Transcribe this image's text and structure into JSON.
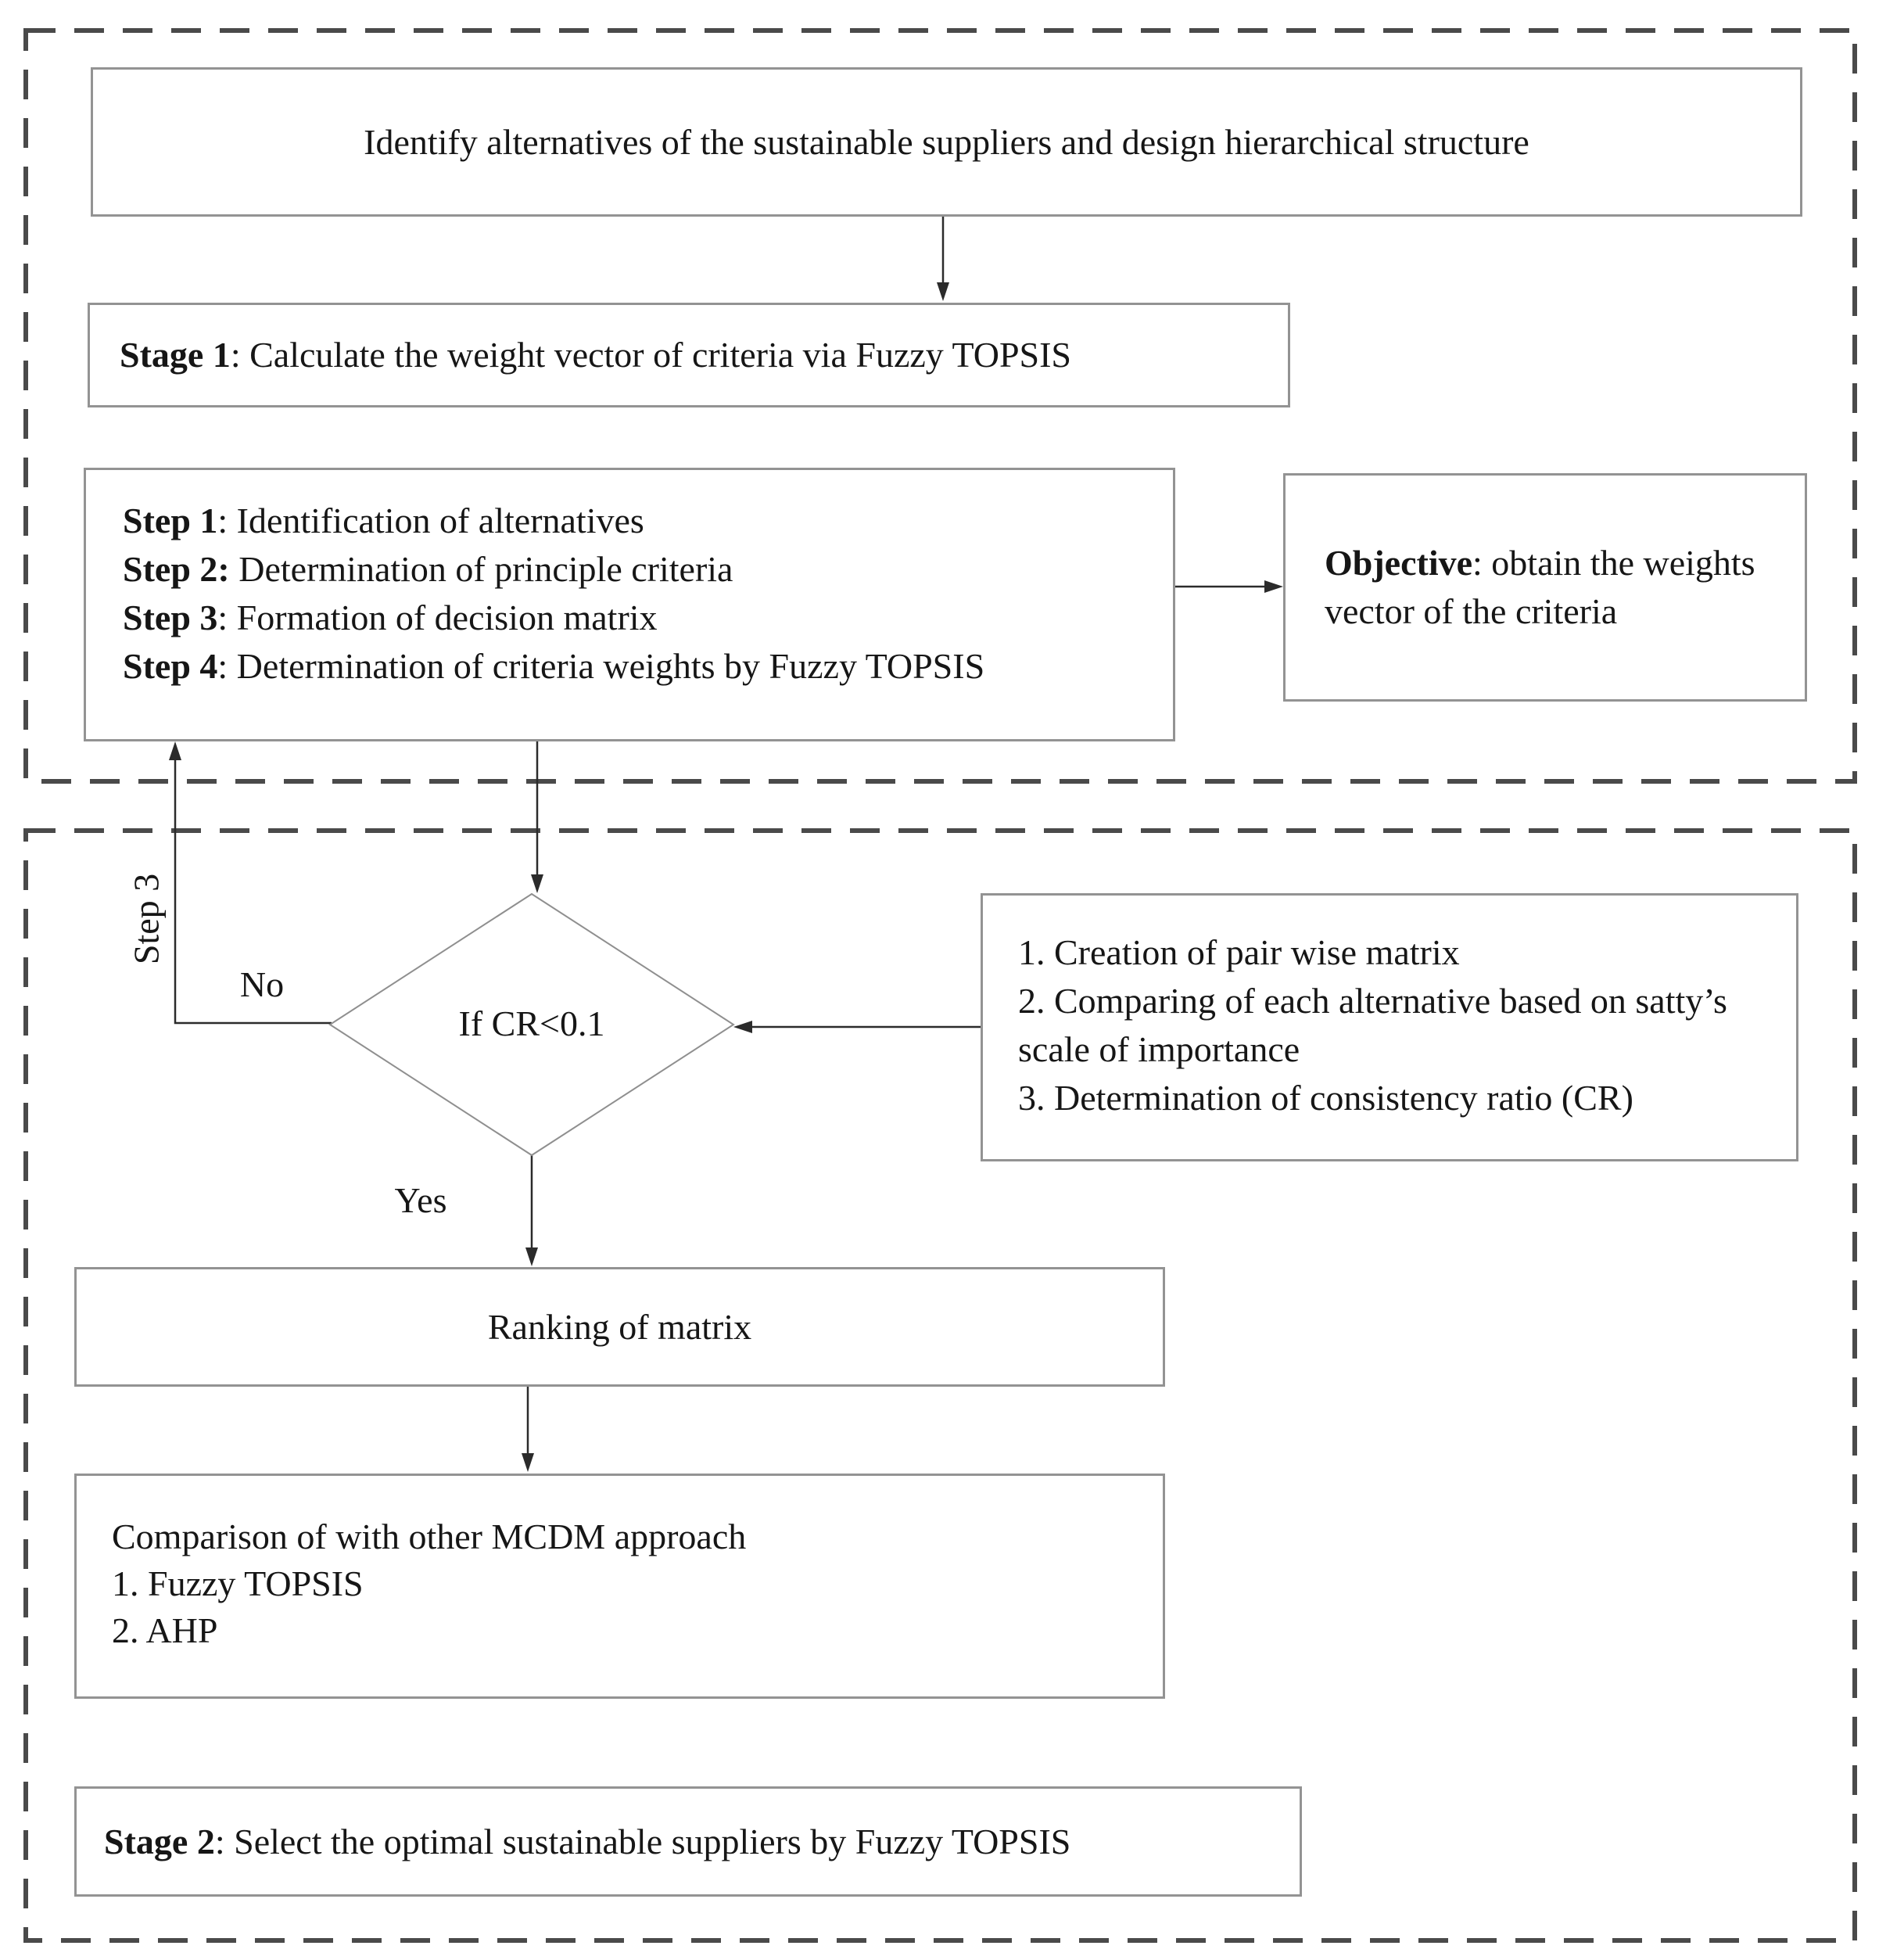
{
  "diagram": {
    "identify_box": {
      "text": "Identify alternatives of the sustainable suppliers and design hierarchical structure"
    },
    "stage1_box": {
      "label": "Stage 1",
      "text": ": Calculate the weight vector of criteria via Fuzzy TOPSIS"
    },
    "steps_box": {
      "lines": [
        {
          "label": "Step 1",
          "text": ": Identification of alternatives"
        },
        {
          "label": "Step 2:",
          "text": " Determination of principle criteria"
        },
        {
          "label": "Step 3",
          "text": ": Formation of decision matrix"
        },
        {
          "label": "Step 4",
          "text": ": Determination of criteria weights by Fuzzy TOPSIS"
        }
      ]
    },
    "objective_box": {
      "label": "Objective",
      "text": ": obtain the weights vector of the criteria"
    },
    "decision": {
      "condition": "If CR<0.1"
    },
    "criteria_box": {
      "lines": [
        "1. Creation of pair wise matrix",
        "2. Comparing of each alternative based on satty’s scale of importance",
        "3. Determination of consistency ratio (CR)"
      ]
    },
    "ranking_box": {
      "text": "Ranking of matrix"
    },
    "comparison_box": {
      "lines": [
        "Comparison of with other MCDM approach",
        "1. Fuzzy TOPSIS",
        "2. AHP"
      ]
    },
    "stage2_box": {
      "label": "Stage 2",
      "text": ": Select the optimal sustainable suppliers by Fuzzy TOPSIS"
    },
    "labels": {
      "no": "No",
      "yes": "Yes",
      "step3": "Step 3"
    },
    "colors": {
      "flow_line": "#2b2b2b",
      "box_border": "#939393",
      "dashed_border": "#4a4a4a",
      "diamond_border": "#8f8f8f"
    }
  }
}
